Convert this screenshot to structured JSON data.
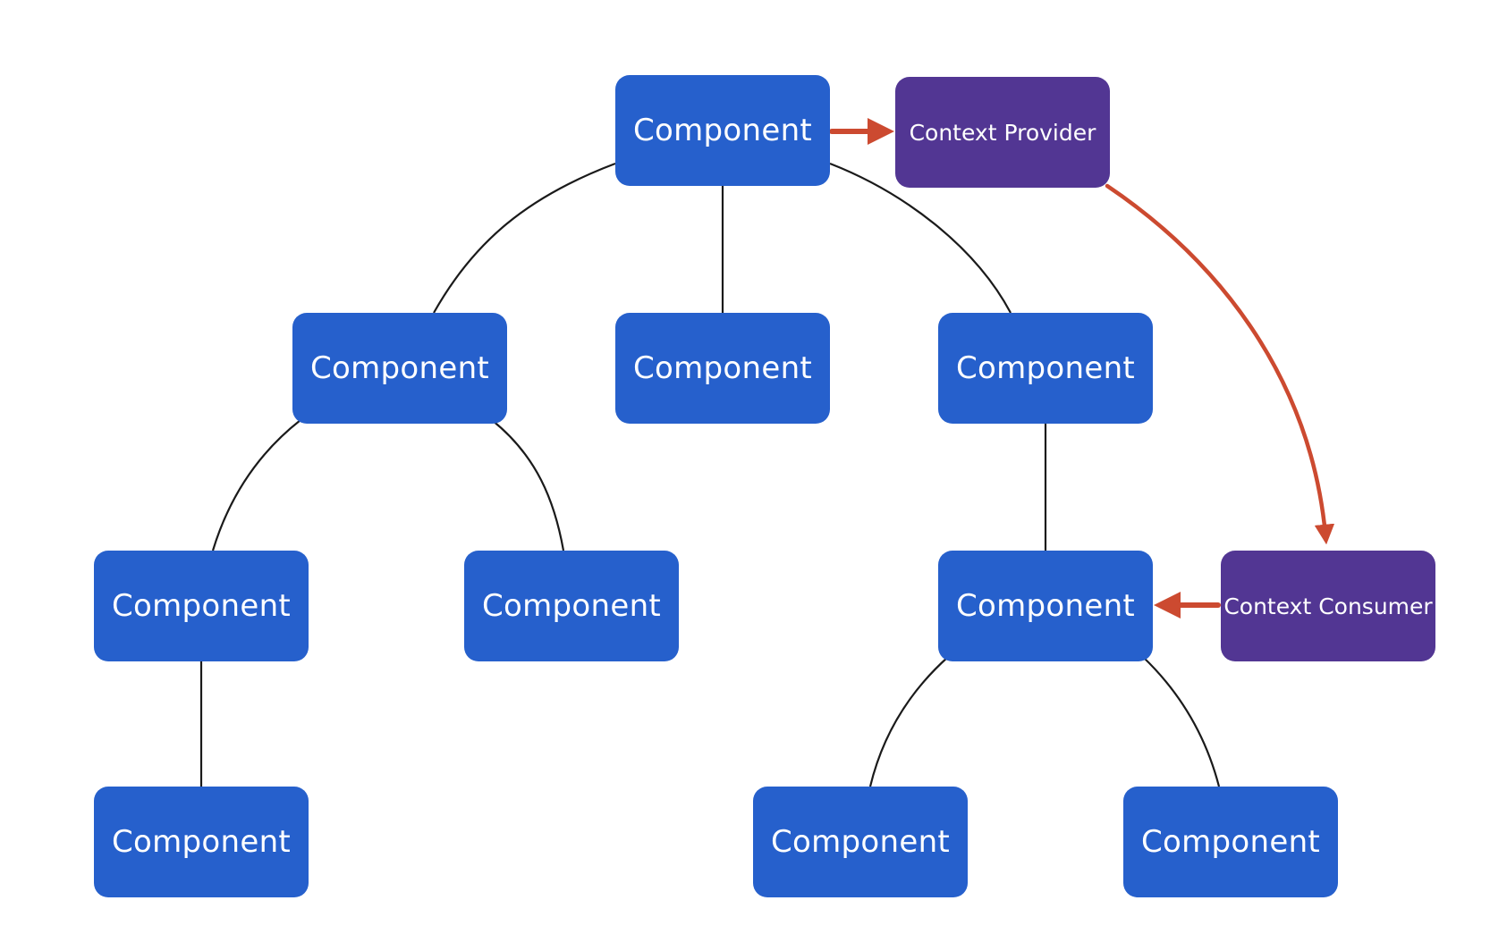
{
  "colors": {
    "component": "#2660cc",
    "context": "#523693",
    "edge": "#1a1a1a",
    "arrow": "#cc4a30",
    "background": "#ffffff"
  },
  "nodes": {
    "root": "Component",
    "mid1": "Component",
    "mid2": "Component",
    "mid3": "Component",
    "l3a": "Component",
    "l3b": "Component",
    "l3c": "Component",
    "l4a": "Component",
    "l4b": "Component",
    "l4c": "Component",
    "provider": "Context Provider",
    "consumer": "Context Consumer"
  }
}
